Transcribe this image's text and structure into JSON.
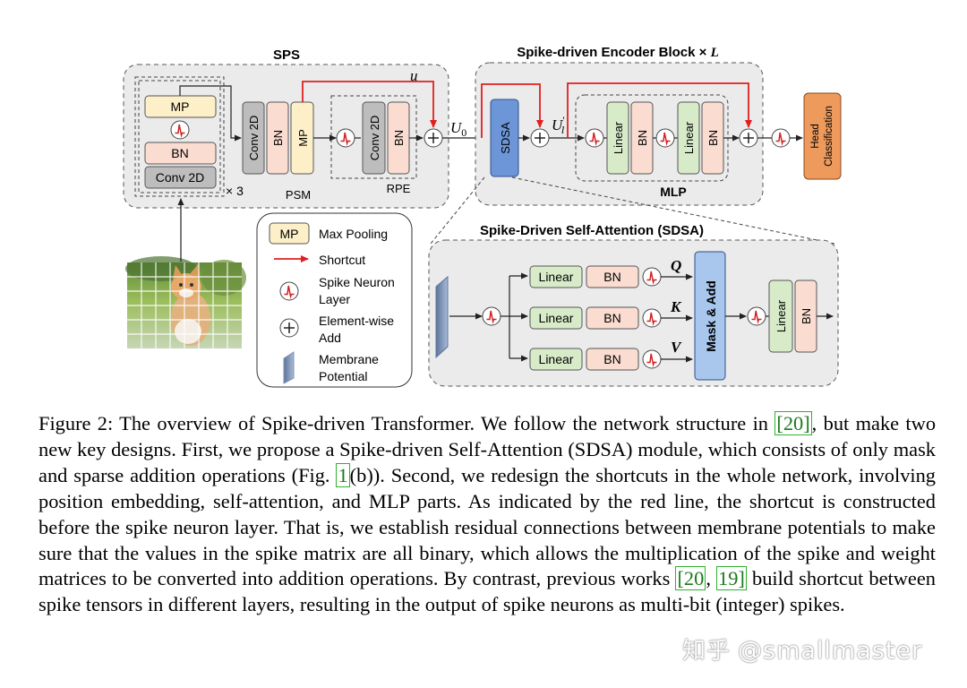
{
  "sps": {
    "title": "SPS",
    "mp": "MP",
    "bn": "BN",
    "conv": "Conv 2D",
    "repeat": "× 3",
    "conv2d_a": "Conv 2D",
    "bn_a": "BN",
    "mp_a": "MP",
    "psm": "PSM",
    "conv2d_b": "Conv 2D",
    "bn_b": "BN",
    "rpe": "RPE",
    "u": "u",
    "u0": "U",
    "u0_sub": "0"
  },
  "encoder": {
    "title": "Spike-driven Encoder Block × ",
    "title_L": "L",
    "sdsa": "SDSA",
    "ul": "U",
    "ul_sup": "′",
    "ul_sub": "l",
    "linear1": "Linear",
    "bn1": "BN",
    "linear2": "Linear",
    "bn2": "BN",
    "mlp": "MLP"
  },
  "head": {
    "line1": "Head",
    "line2": "Classification"
  },
  "legend": {
    "mp_box": "MP",
    "mp_text": "Max Pooling",
    "shortcut": "Shortcut",
    "spike_1": "Spike Neuron",
    "spike_2": "Layer",
    "add_1": "Element-wise",
    "add_2": "Add",
    "mem_1": "Membrane",
    "mem_2": "Potential"
  },
  "attention": {
    "title": "Spike-Driven Self-Attention (SDSA)",
    "rows": [
      {
        "linear": "Linear",
        "bn": "BN",
        "var": "Q"
      },
      {
        "linear": "Linear",
        "bn": "BN",
        "var": "K"
      },
      {
        "linear": "Linear",
        "bn": "BN",
        "var": "V"
      }
    ],
    "mask_add": "Mask & Add",
    "linear_out": "Linear",
    "bn_out": "BN"
  },
  "caption": {
    "p1": "Figure 2: The overview of Spike-driven Transformer. We follow the network structure in ",
    "ref1": "[20]",
    "p2": ", but make two new key designs. First, we propose a Spike-driven Self-Attention (SDSA) module, which consists of only mask and sparse addition operations (Fig. ",
    "ref2": "1",
    "p3": "(b)). Second, we redesign the shortcuts in the whole network, involving position embedding, self-attention, and MLP parts. As indicated by the red line, the shortcut is constructed before the spike neuron layer. That is, we establish residual connections between membrane potentials to make sure that the values in the spike matrix are all binary, which allows the multiplication of the spike and weight matrices to be converted into addition operations. By contrast, previous works ",
    "ref3": "[20",
    "ref3_sep": ", ",
    "ref4": "19]",
    "p4": " build shortcut between spike tensors in different layers, resulting in the output of spike neurons as multi-bit (integer) spikes."
  },
  "watermark": {
    "icon": "知乎",
    "text": "@smallmaster"
  },
  "colors": {
    "mp_fill": "#fdf0c8",
    "bn_fill": "#fadcd0",
    "conv_fill": "#bdbdbd",
    "linear_fill": "#d7ebc9",
    "sdsa_fill": "#6d96d8",
    "mask_fill": "#a9c6ec",
    "head_fill": "#ee9a5c",
    "shortcut": "#e02020",
    "spike": "#d32222"
  }
}
